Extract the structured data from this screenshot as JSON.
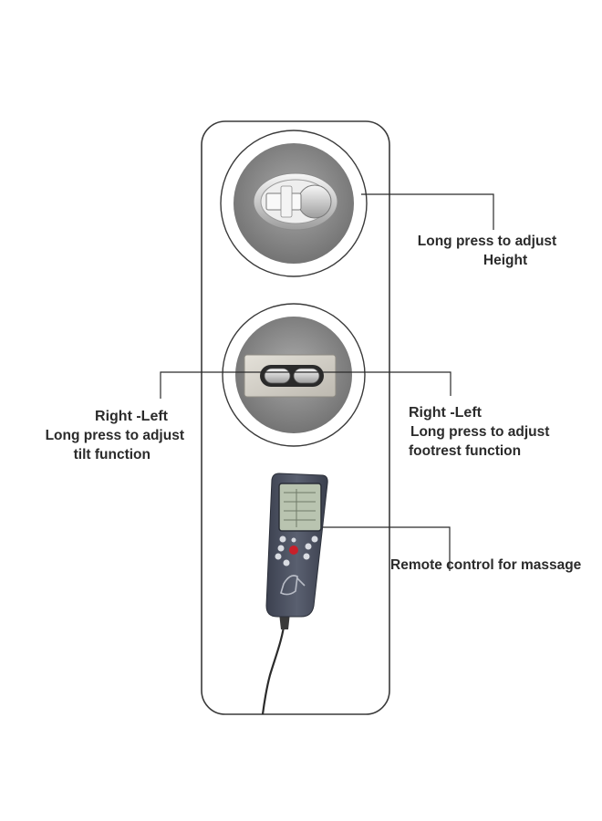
{
  "callouts": {
    "height": {
      "line1": "Long press to adjust",
      "line2": "Height"
    },
    "tilt": {
      "line1": "Right -Left",
      "line2": "Long press to adjust",
      "line3": "tilt function"
    },
    "footrest": {
      "line1": "Right -Left",
      "line2": "Long press to adjust",
      "line3": "footrest function"
    },
    "remote": {
      "line1": "Remote control for massage"
    }
  },
  "colors": {
    "panel_outline": "#3a3a3a",
    "panel_fill": "#ffffff",
    "button_face": "#8e8e8e",
    "chrome": "#d9d9d9",
    "remote_body": "#4a4f5e",
    "remote_screen": "#b9c4b0",
    "remote_center_button": "#c8202a"
  }
}
